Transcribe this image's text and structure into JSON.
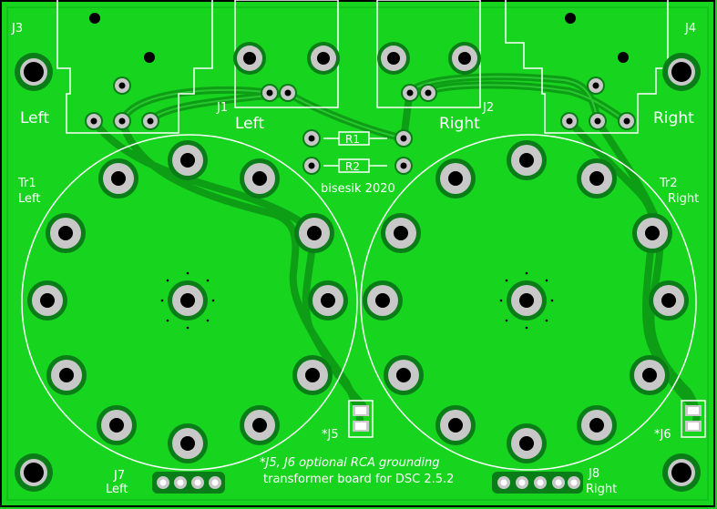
{
  "colors": {
    "board": "#17d41f",
    "copper_dark": "#0a7d18",
    "trace": "#13b81b",
    "silk": "#ffffff",
    "pad": "#c8c8c8",
    "pad_ring": "#0a8f1a",
    "hole": "#000000",
    "edge": "#000000"
  },
  "labels": {
    "j3": "J3",
    "j4": "J4",
    "j1": "J1",
    "j2": "J2",
    "left_top_left": "Left",
    "left_j1": "Left",
    "right_j2": "Right",
    "right_top_right": "Right",
    "r1": "R1",
    "r2": "R2",
    "credit": "bisesik 2020",
    "tr1_a": "Tr1",
    "tr1_b": "Left",
    "tr2_a": "Tr2",
    "tr2_b": "Right",
    "j5": "*J5",
    "j6": "*J6",
    "j7_a": "J7",
    "j7_b": "Left",
    "j8_a": "J8",
    "j8_b": "Right",
    "note_1": "*J5, J6 optional RCA grounding",
    "note_2": "transformer board for DSC 2.5.2"
  }
}
